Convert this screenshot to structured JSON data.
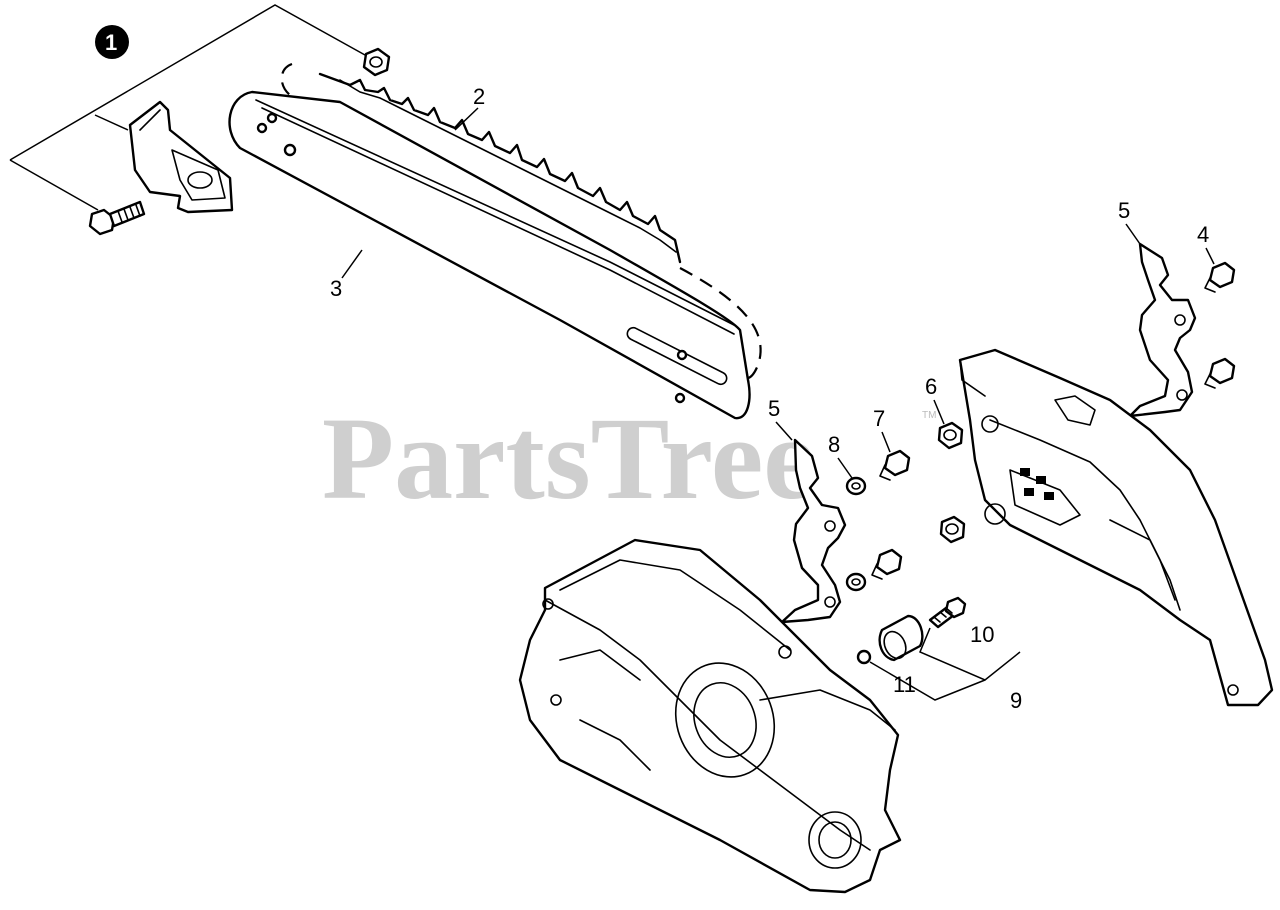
{
  "diagram": {
    "callouts": {
      "c1": "1",
      "c2": "2",
      "c3": "3",
      "c4": "4",
      "c5a": "5",
      "c5b": "5",
      "c6": "6",
      "c7": "7",
      "c8": "8",
      "c9": "9",
      "c10": "10",
      "c11": "11"
    },
    "watermark": "PartsTree",
    "watermark_tm": "TM"
  }
}
